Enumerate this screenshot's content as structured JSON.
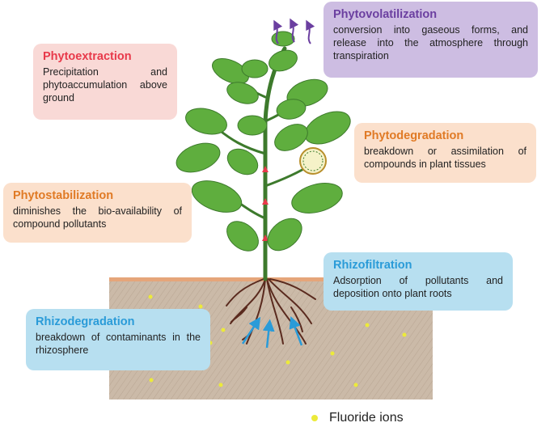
{
  "boxes": {
    "phytoextraction": {
      "title": "Phytoextraction",
      "desc": "Precipitation and phytoaccumulation above ground"
    },
    "phytovolatilization": {
      "title": "Phytovolatilization",
      "desc": "conversion into gaseous forms, and release into the atmosphere through transpiration"
    },
    "phytodegradation": {
      "title": "Phytodegradation",
      "desc": "breakdown or assimilation of compounds in plant tissues"
    },
    "phytostabilization": {
      "title": "Phytostabilization",
      "desc": "diminishes the bio-availability of compound pollutants"
    },
    "rhizofiltration": {
      "title": "Rhizofiltration",
      "desc": "Adsorption of pollutants and deposition onto plant roots"
    },
    "rhizodegradation": {
      "title": "Rhizodegradation",
      "desc": "breakdown of contaminants in the rhizosphere"
    }
  },
  "legend": {
    "label": "Fluoride ions",
    "color": "#ecea3a"
  },
  "colors": {
    "soil": "#c9b8a6",
    "leaf": "#5fae3e",
    "stem": "#3d7a2c",
    "root": "#5a2a1e",
    "arrow_up": "#e8394a",
    "arrow_root": "#2a9bd8",
    "arrow_gas": "#6b3fa0"
  }
}
